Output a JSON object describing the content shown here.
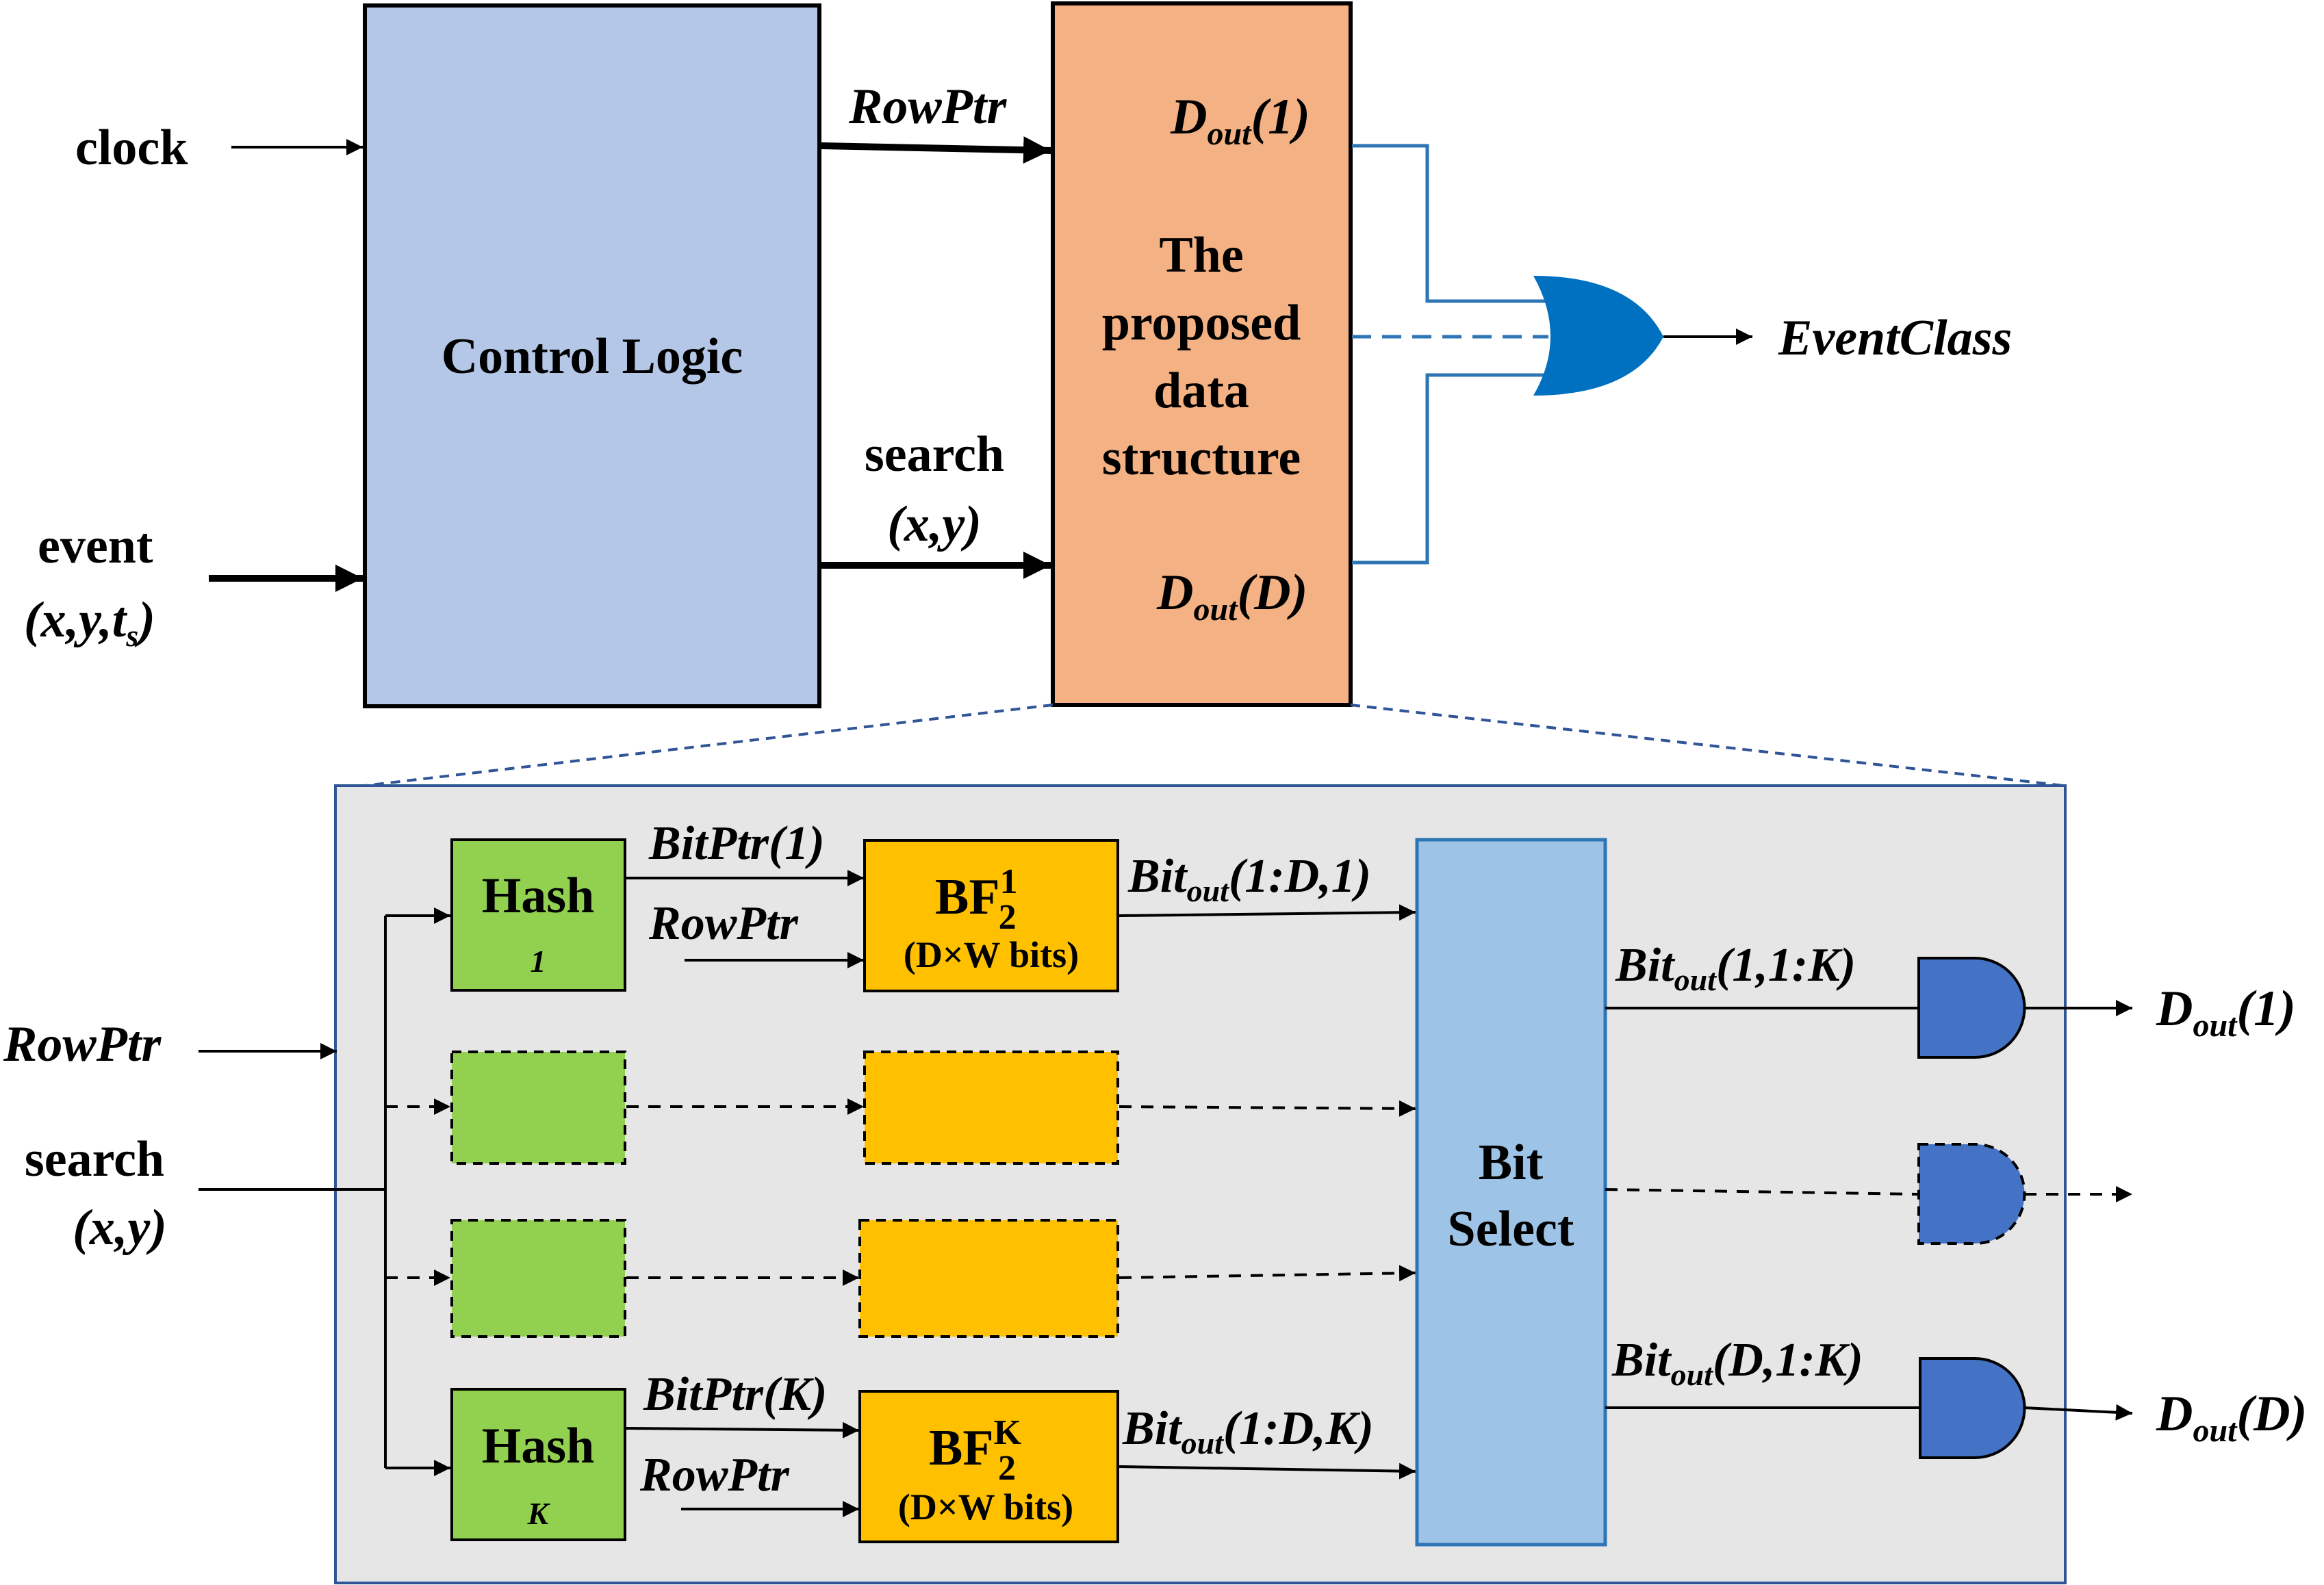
{
  "colors": {
    "control_logic_fill": "#b4c7e7",
    "data_structure_fill": "#f4b183",
    "panel_fill": "#e7e6e6",
    "panel_border": "#2f5597",
    "hash_fill": "#92d050",
    "bf_fill": "#ffc000",
    "bitselect_fill": "#9dc3e6",
    "bitselect_border": "#2e75b6",
    "gate_or_fill": "#0070c0",
    "gate_and_fill": "#4472c4",
    "wire_blue": "#2e75b6"
  },
  "top": {
    "clock_label": "clock",
    "event_label": "event",
    "event_args": "(x,y,t",
    "event_args_sub": "s",
    "event_args_close": ")",
    "control_logic_label": "Control Logic",
    "rowptr_label": "RowPtr",
    "search_label": "search",
    "search_args": "(x,y)",
    "ds_line1": "The",
    "ds_line2": "proposed",
    "ds_line3": "data",
    "ds_line4": "structure",
    "dout1_main": "D",
    "dout1_sub": "out",
    "dout1_arg": "(1)",
    "doutD_main": "D",
    "doutD_sub": "out",
    "doutD_arg": "(D)",
    "eventclass_label": "EventClass"
  },
  "bottom": {
    "rowptr_label": "RowPtr",
    "search_label": "search",
    "search_args": "(x,y)",
    "hash1_label": "Hash",
    "hash1_index": "1",
    "hashK_label": "Hash",
    "hashK_index": "K",
    "bitptr1_label": "BitPtr(1)",
    "bitptrK_label": "BitPtr(K)",
    "rowptr1_label": "RowPtr",
    "rowptrK_label": "RowPtr",
    "bf1_main": "BF",
    "bf1_sub": "2",
    "bf1_sup": "1",
    "bf1_size": "(D×W bits)",
    "bfK_main": "BF",
    "bfK_sub": "2",
    "bfK_sup": "K",
    "bfK_size": "(D×W bits)",
    "bitout_main": "Bit",
    "bitout_sub": "out",
    "bitout1_arg": "(1:D,1)",
    "bitoutK_arg": "(1:D,K)",
    "bitselect_line1": "Bit",
    "bitselect_line2": "Select",
    "bitout_row1_arg": "(1,1:K)",
    "bitout_rowD_arg": "(D,1:K)",
    "dout_main": "D",
    "dout_sub": "out",
    "dout1_arg": "(1)",
    "doutD_arg": "(D)"
  }
}
